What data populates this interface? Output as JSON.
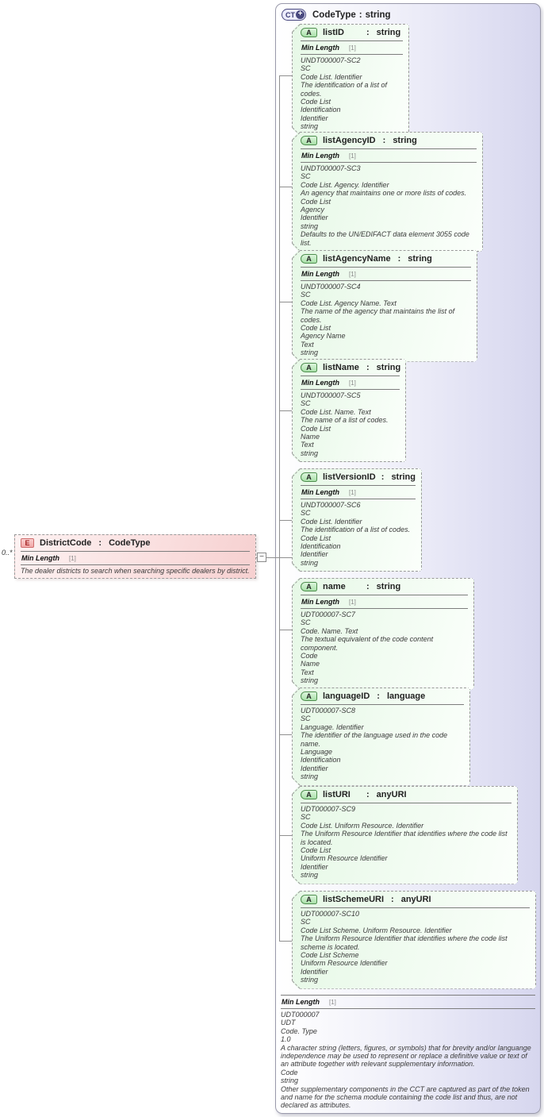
{
  "misc": {
    "colon": ":"
  },
  "icons": {
    "complextype_label": "CT",
    "expand_label": "+",
    "attribute_label": "A",
    "element_label": "E",
    "collapse_label": "−"
  },
  "header": {
    "name": "CodeType",
    "type": "string"
  },
  "element": {
    "cardinality": "0..*",
    "name": "DistrictCode",
    "type": "CodeType",
    "facet_label": "Min Length",
    "facet_value": "[1]",
    "annotation": "The dealer districts to search when searching specific dealers by district."
  },
  "attributes": [
    {
      "name": "listID",
      "type": "string",
      "facet_label": "Min Length",
      "facet_value": "[1]",
      "annotation": "UNDT000007-SC2\nSC\nCode List. Identifier\nThe identification of a list of codes.\nCode List\nIdentification\nIdentifier\nstring"
    },
    {
      "name": "listAgencyID",
      "type": "string",
      "facet_label": "Min Length",
      "facet_value": "[1]",
      "annotation": "UNDT000007-SC3\nSC\nCode List. Agency. Identifier\nAn agency that maintains one or more lists of codes.\nCode List\nAgency\nIdentifier\nstring\nDefaults to the UN/EDIFACT data element 3055 code list."
    },
    {
      "name": "listAgencyName",
      "type": "string",
      "facet_label": "Min Length",
      "facet_value": "[1]",
      "annotation": "UNDT000007-SC4\nSC\nCode List. Agency Name. Text\nThe name of the agency that maintains the list of codes.\nCode List\nAgency Name\nText\nstring"
    },
    {
      "name": "listName",
      "type": "string",
      "facet_label": "Min Length",
      "facet_value": "[1]",
      "annotation": "UNDT000007-SC5\nSC\nCode List. Name. Text\nThe name of a list of codes.\nCode List\nName\nText\nstring"
    },
    {
      "name": "listVersionID",
      "type": "string",
      "facet_label": "Min Length",
      "facet_value": "[1]",
      "annotation": "UNDT000007-SC6\nSC\nCode List. Identifier\nThe identification of a list of codes.\nCode List\nIdentification\nIdentifier\nstring"
    },
    {
      "name": "name",
      "type": "string",
      "facet_label": "Min Length",
      "facet_value": "[1]",
      "annotation": "UDT000007-SC7\nSC\nCode. Name. Text\nThe textual equivalent of the code content component.\nCode\nName\nText\nstring"
    },
    {
      "name": "languageID",
      "type": "language",
      "annotation": "UDT000007-SC8\nSC\nLanguage. Identifier\nThe identifier of the language used in the code name.\nLanguage\nIdentification\nIdentifier\nstring"
    },
    {
      "name": "listURI",
      "type": "anyURI",
      "annotation": "UDT000007-SC9\nSC\nCode List. Uniform Resource. Identifier\nThe Uniform Resource Identifier that identifies where the code list is located.\nCode List\nUniform Resource Identifier\nIdentifier\nstring"
    },
    {
      "name": "listSchemeURI",
      "type": "anyURI",
      "annotation": "UDT000007-SC10\nSC\nCode List Scheme. Uniform Resource. Identifier\nThe Uniform Resource Identifier that identifies where the code list scheme is located.\nCode List Scheme\nUniform Resource Identifier\nIdentifier\nstring"
    }
  ],
  "base": {
    "facet_label": "Min Length",
    "facet_value": "[1]",
    "annotation": "UDT000007\nUDT\nCode. Type\n1.0\nA character string (letters, figures, or symbols) that for brevity and/or languange independence may be used to represent or replace a definitive value or text of an attribute together with relevant supplementary information.\nCode\nstring\nOther supplementary components in the CCT are captured as part of the token and name for the schema module containing the code list and thus, are not declared as attributes."
  }
}
